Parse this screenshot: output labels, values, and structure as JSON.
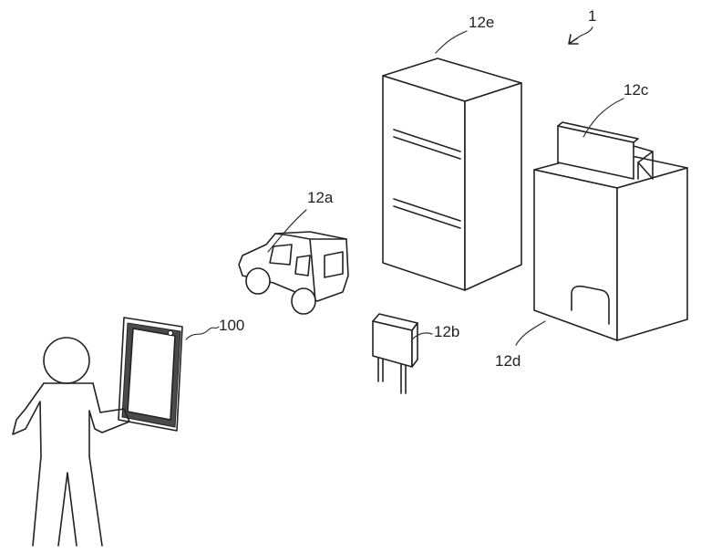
{
  "labels": {
    "system": "1",
    "building_tall": "12e",
    "signboard_roof": "12c",
    "car": "12a",
    "sign_small": "12b",
    "building_short": "12d",
    "terminal": "100"
  },
  "colors": {
    "line": "#222222",
    "background": "#ffffff",
    "screen_dark": "#4a4a4a"
  }
}
